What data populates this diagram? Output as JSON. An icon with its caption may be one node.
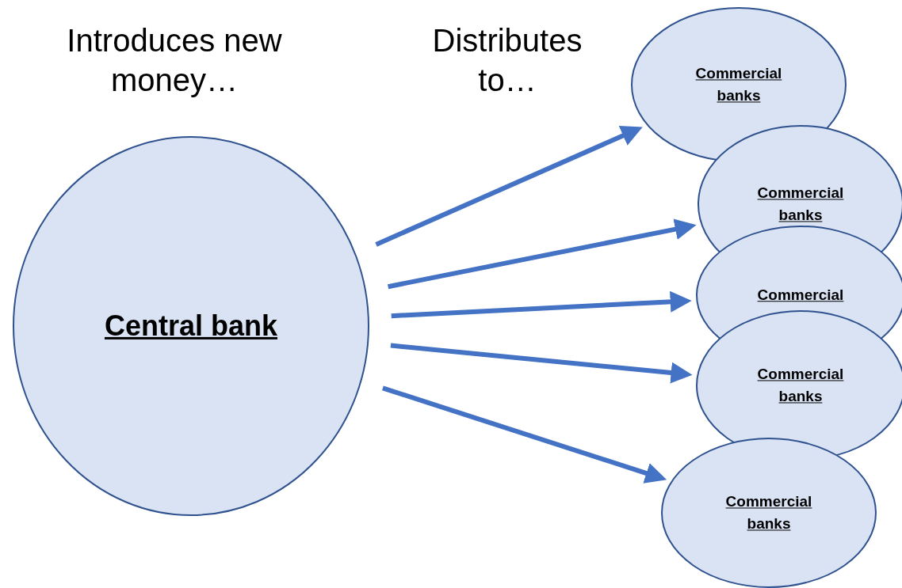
{
  "diagram": {
    "nodes": [
      {
        "text": [
          "Central bank"
        ]
      },
      {
        "text": [
          "Commercial banks"
        ]
      },
      {
        "text": [
          "Commercial banks"
        ]
      },
      {
        "text": [
          "Commercial"
        ]
      },
      {
        "text": [
          "Commercial banks"
        ]
      },
      {
        "text": [
          "Commercial banks"
        ]
      }
    ],
    "edges": [
      {
        "from": 0,
        "to": 1,
        "arrow": "to"
      },
      {
        "from": 0,
        "to": 2,
        "arrow": "to"
      },
      {
        "from": 0,
        "to": 3,
        "arrow": "to"
      },
      {
        "from": 0,
        "to": 4,
        "arrow": "to"
      },
      {
        "from": 0,
        "to": 5,
        "arrow": "to"
      }
    ],
    "labels": [
      "Introduces new money…",
      "Distributes to…"
    ]
  }
}
